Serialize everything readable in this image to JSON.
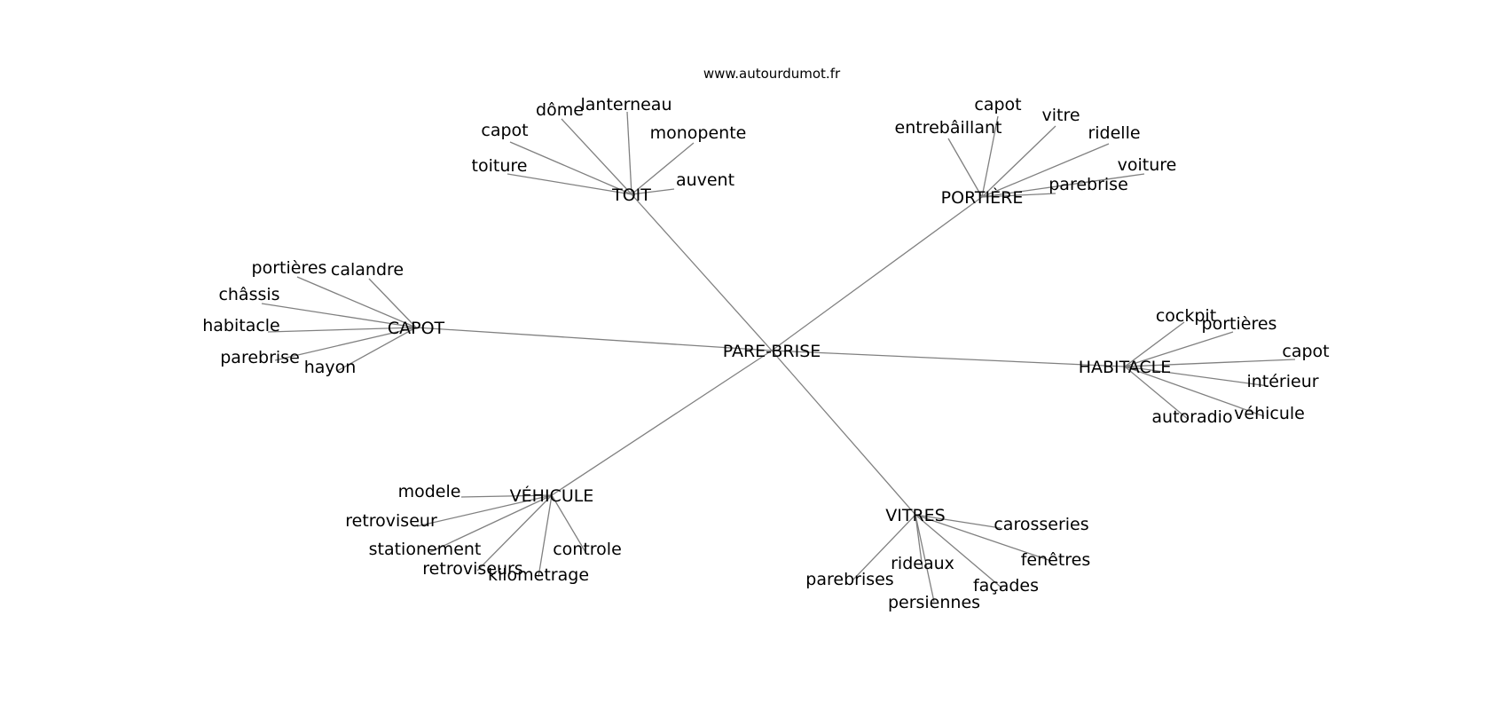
{
  "source": "www.autourdumot.fr",
  "center": "PARE-BRISE",
  "branches": [
    {
      "label": "TOIT",
      "leaves": [
        "toiture",
        "capot",
        "dôme",
        "lanterneau",
        "monopente",
        "auvent"
      ]
    },
    {
      "label": "PORTIÈRE",
      "leaves": [
        "entrebâillant",
        "capot",
        "vitre",
        "ridelle",
        "voiture",
        "parebrise"
      ]
    },
    {
      "label": "CAPOT",
      "leaves": [
        "portières",
        "calandre",
        "châssis",
        "habitacle",
        "parebrise",
        "hayon"
      ]
    },
    {
      "label": "HABITACLE",
      "leaves": [
        "cockpit",
        "portières",
        "capot",
        "intérieur",
        "véhicule",
        "autoradio"
      ]
    },
    {
      "label": "VÉHICULE",
      "leaves": [
        "modele",
        "retroviseur",
        "stationement",
        "retroviseurs",
        "kilometrage",
        "controle"
      ]
    },
    {
      "label": "VITRES",
      "leaves": [
        "carosseries",
        "fenêtres",
        "façades",
        "persiennes",
        "rideaux",
        "parebrises"
      ]
    }
  ]
}
